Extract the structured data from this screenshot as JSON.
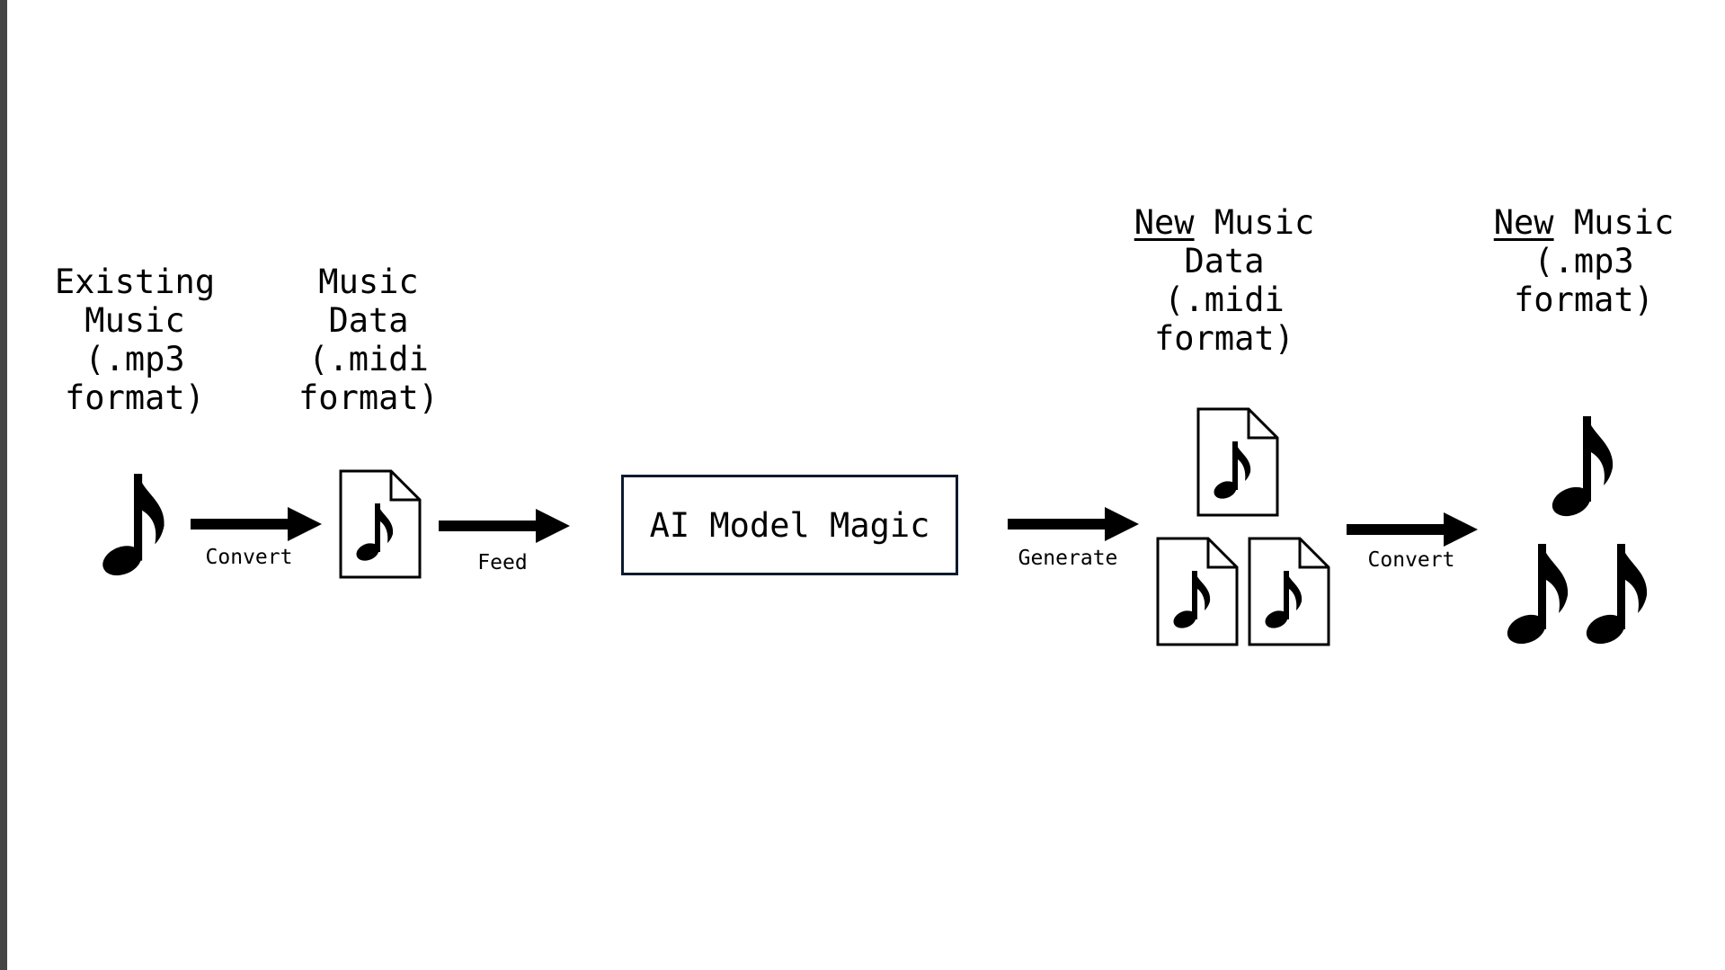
{
  "stages": {
    "existing_music": {
      "lines": [
        "Existing",
        "Music",
        "(.mp3",
        "format)"
      ]
    },
    "music_data": {
      "lines": [
        "Music",
        "Data",
        "(.midi",
        "format)"
      ]
    },
    "new_music_data": {
      "new_word": "New",
      "lines": [
        "Music",
        "Data",
        "(.midi",
        "format)"
      ]
    },
    "new_music": {
      "new_word": "New",
      "lines": [
        "Music",
        "(.mp3",
        "format)"
      ]
    }
  },
  "model_box": {
    "label": "AI Model Magic"
  },
  "arrows": {
    "convert_1": "Convert",
    "feed": "Feed",
    "generate": "Generate",
    "convert_2": "Convert"
  },
  "icons": {
    "note": "eighth-note-icon",
    "midi_file": "midi-file-icon"
  }
}
